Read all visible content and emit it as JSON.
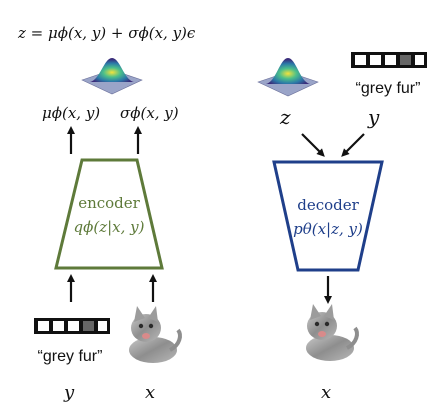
{
  "formula": {
    "text": "z = μϕ(x, y) + σϕ(x, y)ϵ"
  },
  "encoder": {
    "title": "encoder",
    "distribution": "qϕ(z|x, y)",
    "color": "#5e7a3a",
    "output_mu": "μϕ(x, y)",
    "output_sigma": "σϕ(x, y)",
    "input_y": "y",
    "input_x": "x",
    "onehot_caption": "“grey fur”"
  },
  "decoder": {
    "title": "decoder",
    "distribution": "pθ(x|z, y)",
    "color": "#1f3f8a",
    "input_z": "z",
    "input_y": "y",
    "output_x": "x",
    "onehot_caption": "“grey fur”"
  },
  "onehot": {
    "cells": 5,
    "highlight_index": 3,
    "highlight_color": "#666666"
  },
  "icons": {
    "gaussian": "gaussian-surface-icon",
    "cat": "cat-photo-icon"
  }
}
